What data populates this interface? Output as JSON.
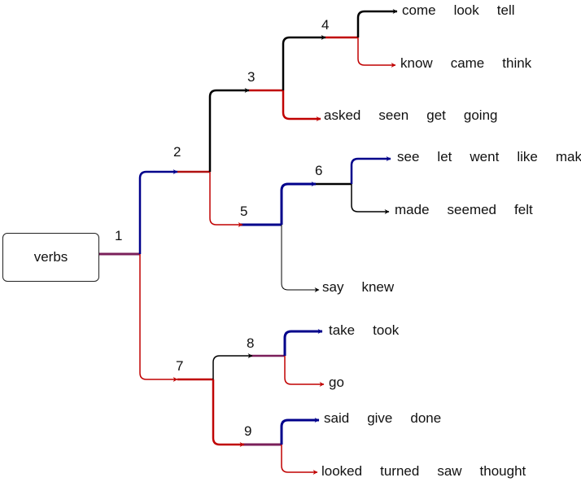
{
  "root": {
    "label": "verbs"
  },
  "nodes": [
    {
      "id": "1",
      "label": "1"
    },
    {
      "id": "2",
      "label": "2"
    },
    {
      "id": "3",
      "label": "3"
    },
    {
      "id": "4",
      "label": "4"
    },
    {
      "id": "5",
      "label": "5"
    },
    {
      "id": "6",
      "label": "6"
    },
    {
      "id": "7",
      "label": "7"
    },
    {
      "id": "8",
      "label": "8"
    },
    {
      "id": "9",
      "label": "9"
    }
  ],
  "leaves": [
    {
      "parent": "4",
      "words": [
        "come",
        "look",
        "tell"
      ]
    },
    {
      "parent": "4",
      "words": [
        "know",
        "came",
        "think"
      ]
    },
    {
      "parent": "3",
      "words": [
        "asked",
        "seen",
        "get",
        "going"
      ]
    },
    {
      "parent": "6",
      "words": [
        "see",
        "let",
        "went",
        "like",
        "mak"
      ]
    },
    {
      "parent": "6",
      "words": [
        "made",
        "seemed",
        "felt"
      ]
    },
    {
      "parent": "5",
      "words": [
        "say",
        "knew"
      ]
    },
    {
      "parent": "8",
      "words": [
        "take",
        "took"
      ]
    },
    {
      "parent": "8",
      "words": [
        "go"
      ]
    },
    {
      "parent": "9",
      "words": [
        "said",
        "give",
        "done"
      ]
    },
    {
      "parent": "9",
      "words": [
        "looked",
        "turned",
        "saw",
        "thought"
      ]
    }
  ],
  "edge_colors": {
    "blue": "#00008b",
    "red": "#c00000",
    "black": "#000000"
  }
}
